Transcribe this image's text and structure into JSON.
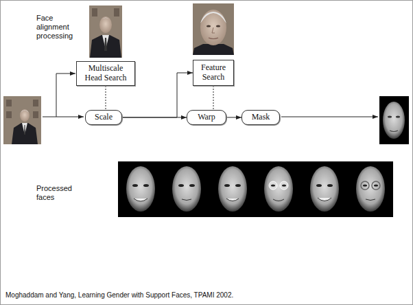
{
  "diagram": {
    "caption": "Moghaddam and Yang, Learning Gender with Support Faces, TPAMI 2002.",
    "nodes": [
      {
        "text": [
          "Multiscale Head Search"
        ]
      },
      {
        "text": [
          "Feature Search"
        ]
      },
      {
        "text": [
          "Scale"
        ]
      },
      {
        "text": [
          "Warp"
        ]
      },
      {
        "text": [
          "Mask"
        ]
      }
    ],
    "edges": [
      {
        "from": 0,
        "to": 2,
        "arrow": "none"
      },
      {
        "from": 2,
        "to": 3,
        "arrow": "to"
      },
      {
        "from": 2,
        "to": 1,
        "arrow": "to"
      },
      {
        "from": 1,
        "to": 3,
        "arrow": "none"
      },
      {
        "from": 3,
        "to": 4,
        "arrow": "to"
      }
    ],
    "labels": [
      "Face alignment processing",
      "Processed faces"
    ]
  }
}
